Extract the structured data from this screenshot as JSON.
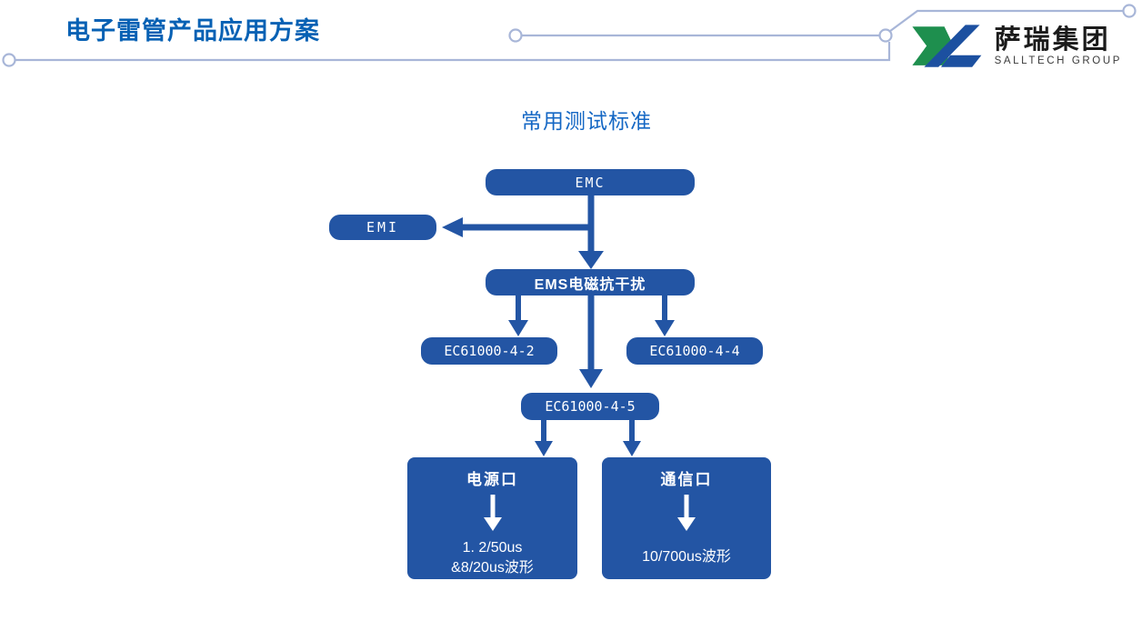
{
  "header": {
    "title": "电子雷管产品应用方案"
  },
  "logo": {
    "name_cn": "萨瑞集团",
    "name_en": "SALLTECH GROUP",
    "mark_green": "#1e8f4e",
    "mark_blue": "#1c50a0"
  },
  "diagram": {
    "subtitle": "常用测试标准",
    "nodes": {
      "emc": "EMC",
      "emi": "EMI",
      "ems": "EMS电磁抗干扰",
      "std_4_2": "EC61000-4-2",
      "std_4_4": "EC61000-4-4",
      "std_4_5": "EC61000-4-5",
      "power_port": {
        "title": "电源口",
        "line1": "1. 2/50us",
        "line2": "&8/20us波形"
      },
      "comm_port": {
        "title": "通信口",
        "line1": "10/700us波形"
      }
    },
    "colors": {
      "box_blue": "#2355a4",
      "title_blue": "#0761b4",
      "subtitle_blue": "#1467c4",
      "deco_line": "#a8b6d8",
      "logo_green": "#1e8f4e",
      "logo_blue": "#1c50a0"
    }
  }
}
